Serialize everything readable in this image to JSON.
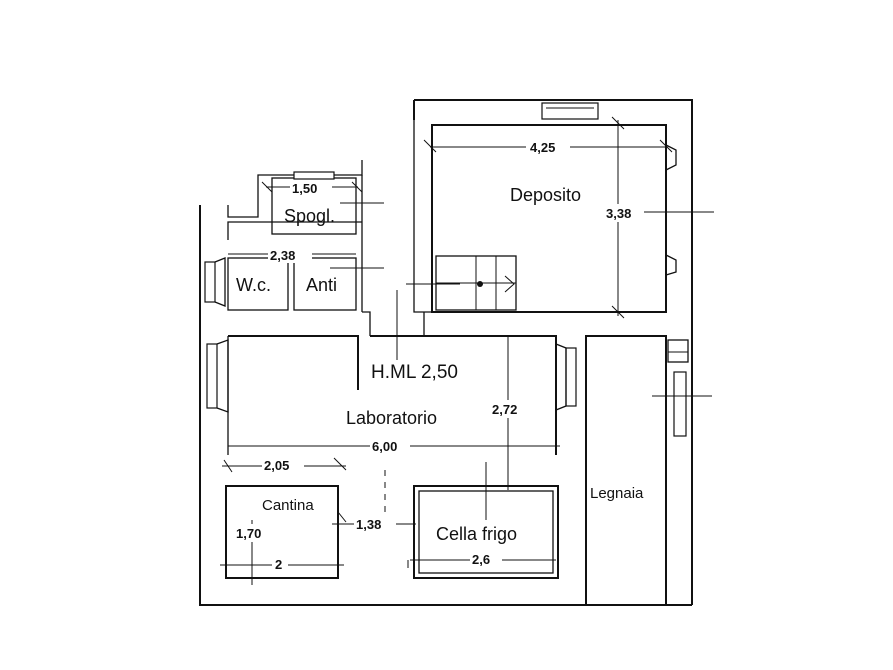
{
  "rooms": {
    "deposito": "Deposito",
    "spogliatoio": "Spogl.",
    "wc": "W.c.",
    "anti": "Anti",
    "laboratorio": "Laboratorio",
    "cantina": "Cantina",
    "cella_frigo": "Cella frigo",
    "legnaia": "Legnaia"
  },
  "height_note": "H.ML 2,50",
  "dimensions": {
    "deposito_width": "4,25",
    "deposito_depth": "3,38",
    "spogl_width": "1,50",
    "wc_anti_width": "2,38",
    "laboratorio_depth": "2,72",
    "laboratorio_width": "6,00",
    "cantina_offset": "2,05",
    "gap": "1,38",
    "cantina_depth": "1,70",
    "cantina_width": "2",
    "cella_width": "2,6"
  }
}
